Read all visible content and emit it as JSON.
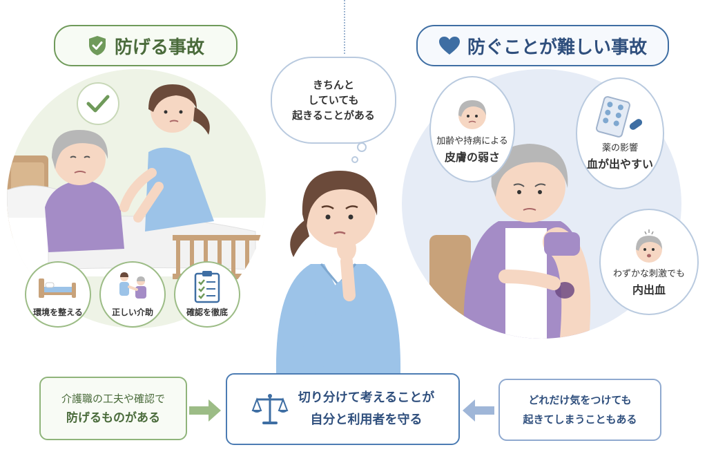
{
  "left_section": {
    "title": "防げる事故",
    "icons": [
      {
        "label": "環境を整える",
        "icon": "bed-icon"
      },
      {
        "label": "正しい介助",
        "icon": "caregiver-assist-icon"
      },
      {
        "label": "確認を徹底",
        "icon": "checklist-icon"
      }
    ]
  },
  "right_section": {
    "title": "防ぐことが難しい事故",
    "bubbles": [
      {
        "line1": "加齢や持病による",
        "line2": "皮膚の弱さ"
      },
      {
        "line1": "薬の影響",
        "line2": "血が出やすい"
      },
      {
        "line1": "わずかな刺激でも",
        "line2": "内出血"
      }
    ]
  },
  "thought": {
    "line1": "きちんと",
    "line2": "していても",
    "line3": "起きることがある"
  },
  "bottom": {
    "left_line1": "介護職の工夫や確認で",
    "left_line2": "防げるものがある",
    "center_line1": "切り分けて考えることが",
    "center_line2": "自分と利用者を守る",
    "right_line1": "どれだけ気をつけても",
    "right_line2": "起きてしまうこともある"
  },
  "colors": {
    "green": "#6f9a5a",
    "blue": "#3e6ea3",
    "purple": "#a48cc6",
    "scrub": "#9cc3e8"
  }
}
